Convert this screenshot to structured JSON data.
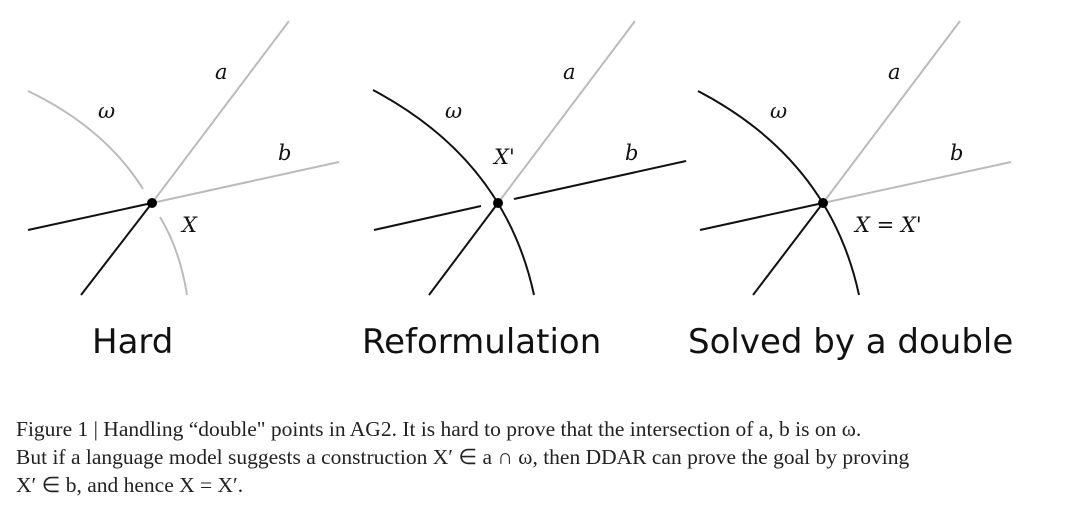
{
  "panels": [
    {
      "title": "Hard",
      "labels": {
        "a": "a",
        "b": "b",
        "omega": "ω",
        "point": "X"
      }
    },
    {
      "title": "Reformulation",
      "labels": {
        "a": "a",
        "b": "b",
        "omega": "ω",
        "point": "X'"
      }
    },
    {
      "title": "Solved by a double",
      "labels": {
        "a": "a",
        "b": "b",
        "omega": "ω",
        "point": "X = X'"
      }
    }
  ],
  "caption": {
    "line1": "Figure 1 | Handling “double\" points in AG2. It is hard to prove that the intersection of a, b is on ω.",
    "line2": "But if a language model suggests a construction X′ ∈ a ∩ ω, then DDAR can prove the goal by proving",
    "line3": "X′ ∈ b, and hence X = X′."
  }
}
